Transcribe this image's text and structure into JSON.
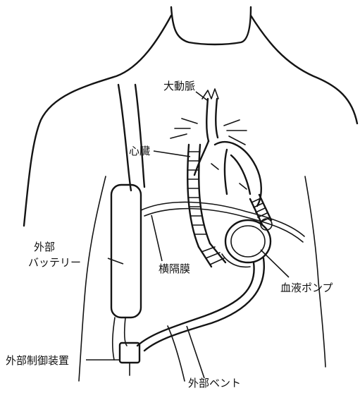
{
  "labels": {
    "aorta": "大動脈",
    "heart": "心臓",
    "external_battery_line1": "外部",
    "external_battery_line2": "バッテリー",
    "diaphragm": "横隔膜",
    "blood_pump": "血液ポンプ",
    "external_controller": "外部制御装置",
    "external_vent": "外部ベント"
  }
}
